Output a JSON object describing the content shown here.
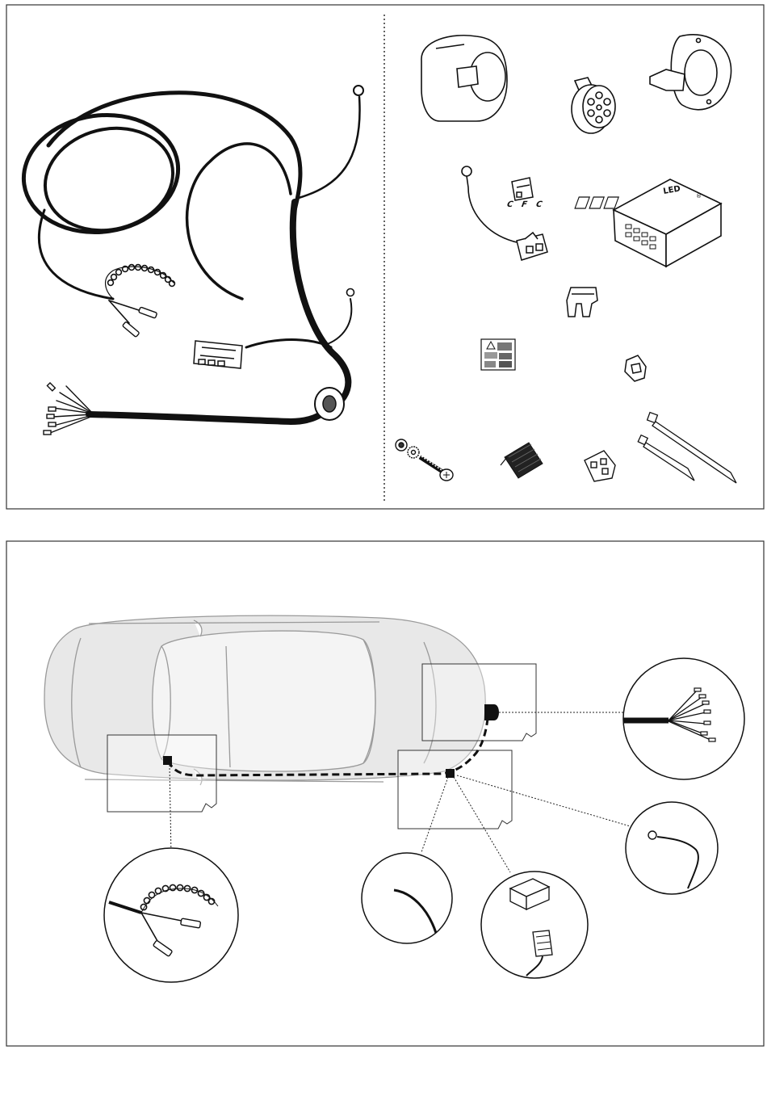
{
  "led_module": {
    "brand_text": "LED",
    "badge_letters": [
      "C",
      "F",
      "C"
    ],
    "registered_mark": "®"
  },
  "colors": {
    "line": "#1a1a1a",
    "harness": "#111111",
    "car_fill": "#e8e8e8",
    "car_line": "#9a9a9a",
    "marker": "#111111",
    "panel_border": "#333333"
  },
  "icons": [
    "wiring-harness-icon",
    "trailer-socket-cover-icon",
    "seven-pin-socket-icon",
    "socket-seal-plate-icon",
    "ground-lead-icon",
    "connector-plug-icon",
    "led-control-module-icon",
    "fuse-icon",
    "warning-label-icon",
    "cable-clip-icon",
    "screw-set-icon",
    "adhesive-pad-icon",
    "wire-connector-icon",
    "cable-tie-icon",
    "car-top-view-icon"
  ]
}
